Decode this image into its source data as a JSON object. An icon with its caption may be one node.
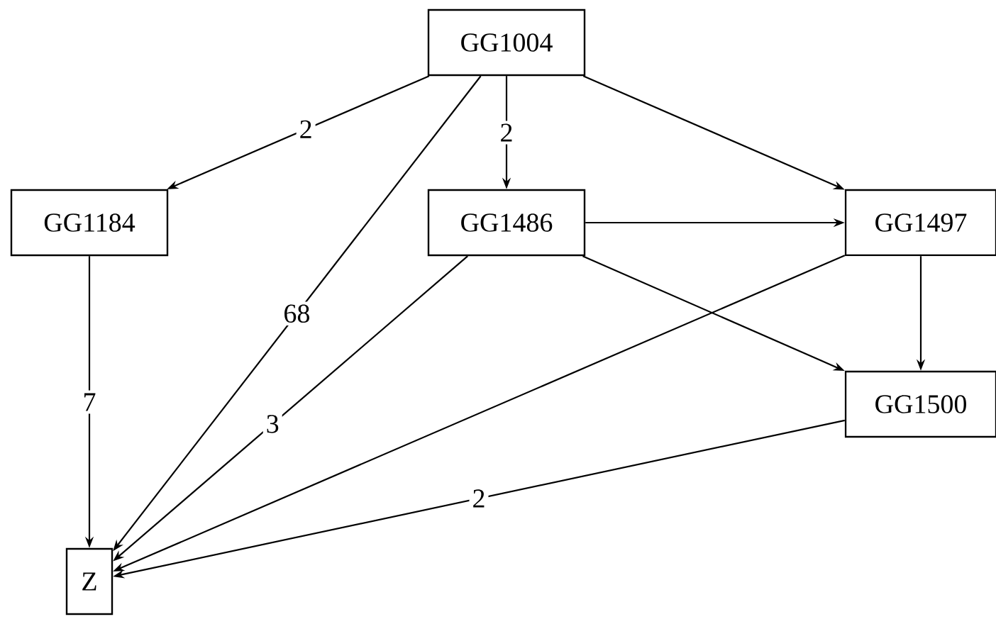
{
  "diagram": {
    "nodes": [
      {
        "text": [
          "GG1004"
        ]
      },
      {
        "text": [
          "GG1184"
        ]
      },
      {
        "text": [
          "GG1486"
        ]
      },
      {
        "text": [
          "GG1497"
        ]
      },
      {
        "text": [
          "GG1500"
        ]
      },
      {
        "text": [
          "Z"
        ]
      }
    ],
    "edges": [
      {
        "from": 0,
        "to": 1,
        "arrow": "to",
        "label": "2"
      },
      {
        "from": 0,
        "to": 2,
        "arrow": "to",
        "label": "2"
      },
      {
        "from": 0,
        "to": 3,
        "arrow": "to"
      },
      {
        "from": 0,
        "to": 5,
        "arrow": "to",
        "label": "68"
      },
      {
        "from": 1,
        "to": 5,
        "arrow": "to",
        "label": "7"
      },
      {
        "from": 2,
        "to": 3,
        "arrow": "to"
      },
      {
        "from": 2,
        "to": 4,
        "arrow": "to"
      },
      {
        "from": 2,
        "to": 5,
        "arrow": "to",
        "label": "3"
      },
      {
        "from": 3,
        "to": 4,
        "arrow": "to"
      },
      {
        "from": 3,
        "to": 5,
        "arrow": "to"
      },
      {
        "from": 4,
        "to": 5,
        "arrow": "to",
        "label": "2"
      }
    ]
  }
}
